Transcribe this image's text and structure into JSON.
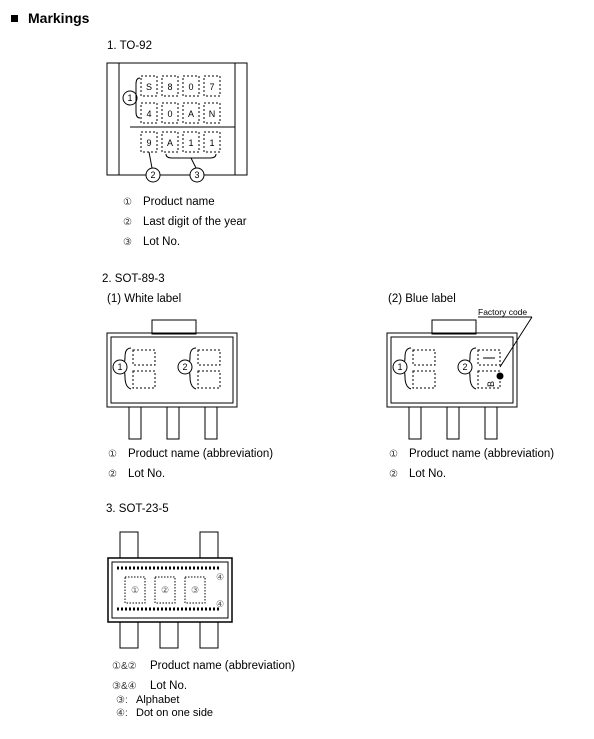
{
  "heading": "Markings",
  "to92": {
    "title": "1.  TO-92",
    "row1": [
      "S",
      "8",
      "0",
      "7"
    ],
    "row2": [
      "4",
      "0",
      "A",
      "N"
    ],
    "row3": [
      "9",
      "A",
      "1",
      "1"
    ],
    "callouts": [
      "1",
      "2",
      "3"
    ],
    "legend": [
      {
        "mark": "①",
        "text": "Product name"
      },
      {
        "mark": "②",
        "text": "Last digit of the year"
      },
      {
        "mark": "③",
        "text": "Lot No."
      }
    ]
  },
  "sot89": {
    "title": "2.  SOT-89-3",
    "white_label": "(1) White label",
    "blue_label": "(2) Blue label",
    "factory_code": "Factory code",
    "callouts": [
      "1",
      "2"
    ],
    "legend_white": [
      {
        "mark": "①",
        "text": "Product name (abbreviation)"
      },
      {
        "mark": "②",
        "text": "Lot No."
      }
    ],
    "legend_blue": [
      {
        "mark": "①",
        "text": "Product name (abbreviation)"
      },
      {
        "mark": "②",
        "text": "Lot No."
      }
    ]
  },
  "sot23": {
    "title": "3.  SOT-23-5",
    "inner_marks": [
      "①",
      "②",
      "③"
    ],
    "side_marks": [
      "④",
      "④"
    ],
    "legend": [
      {
        "mark": "①&②",
        "text": "Product name (abbreviation)"
      },
      {
        "mark": "③&④",
        "text": "Lot No."
      },
      {
        "mark": "③:",
        "text": "Alphabet"
      },
      {
        "mark": "④:",
        "text": "Dot on one side"
      }
    ]
  }
}
